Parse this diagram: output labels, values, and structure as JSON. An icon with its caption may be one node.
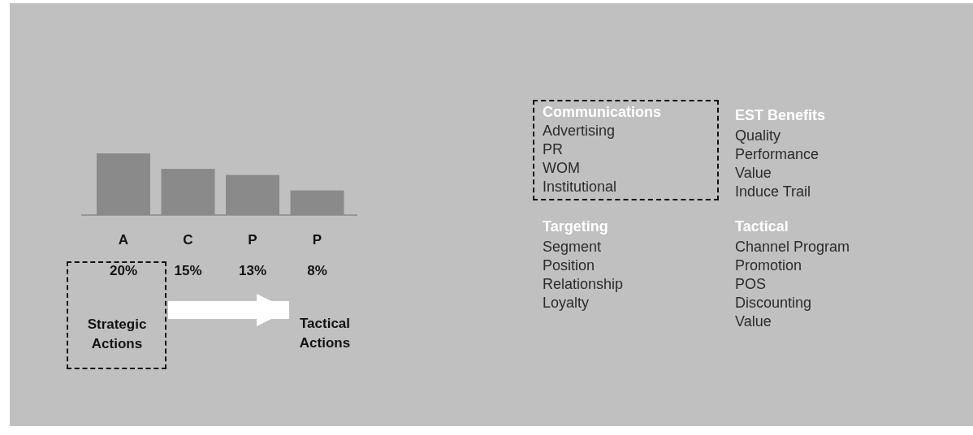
{
  "diagram": {
    "nodes": [
      {
        "text": [
          "Strategic Actions"
        ]
      },
      {
        "text": [
          "Tactical Actions"
        ]
      },
      {
        "text": [
          "Communications",
          "Advertising",
          "PR",
          "WOM",
          "Institutional"
        ]
      }
    ],
    "edges": [
      {
        "from": 0,
        "to": 1,
        "arrow": "to"
      }
    ],
    "labels": [
      "EST Benefits",
      "Quality",
      "Performance",
      "Value",
      "Induce Trail",
      "Targeting",
      "Segment",
      "Position",
      "Relationship",
      "Loyalty",
      "Tactical",
      "Channel Program",
      "Promotion",
      "POS",
      "Discounting",
      "Value"
    ],
    "chart_data": {
      "type": "bar",
      "categories": [
        "A",
        "C",
        "P",
        "P"
      ],
      "values": [
        20,
        15,
        13,
        8
      ],
      "value_labels": [
        "20%",
        "15%",
        "13%",
        "8%"
      ]
    }
  }
}
